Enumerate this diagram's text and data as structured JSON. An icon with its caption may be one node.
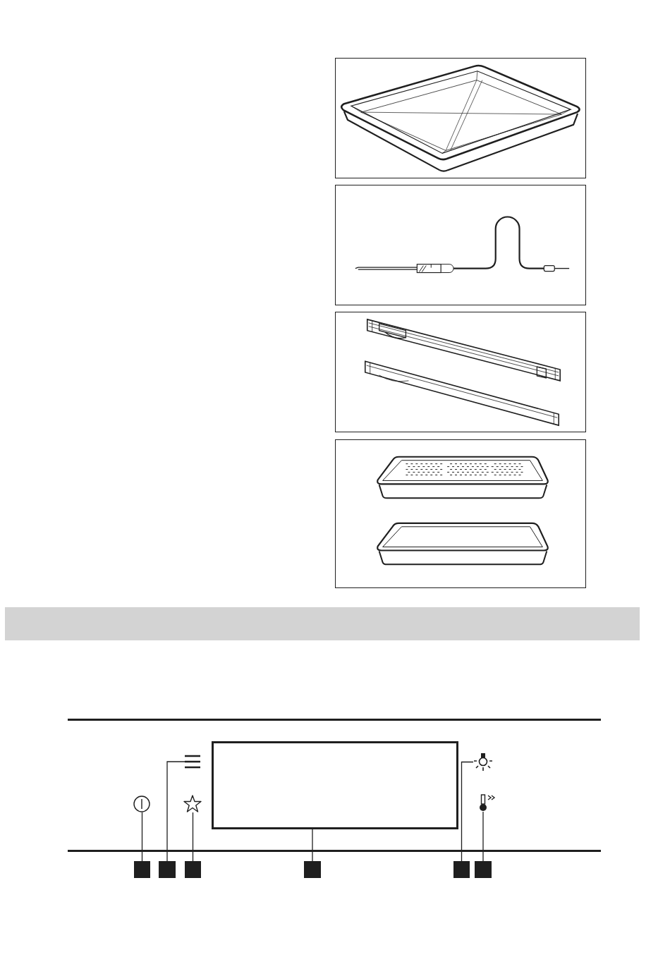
{
  "diagram": {
    "nodes": [
      {
        "text": [],
        "shape": "picture"
      },
      {
        "text": [],
        "shape": "picture"
      },
      {
        "text": [],
        "shape": "picture"
      },
      {
        "text": [],
        "shape": "picture"
      },
      {
        "text": [],
        "shape": "bar"
      },
      {
        "text": [],
        "shape": "picture"
      },
      {
        "text": [],
        "shape": "picture"
      },
      {
        "text": [],
        "shape": "picture"
      },
      {
        "text": [],
        "shape": "box"
      },
      {
        "text": [],
        "shape": "picture"
      },
      {
        "text": [],
        "shape": "picture"
      },
      {
        "text": [],
        "shape": "box"
      },
      {
        "text": [],
        "shape": "box"
      },
      {
        "text": [],
        "shape": "box"
      },
      {
        "text": [],
        "shape": "box"
      },
      {
        "text": [],
        "shape": "box"
      },
      {
        "text": [],
        "shape": "box"
      }
    ],
    "edges": [
      {
        "from": 11,
        "to": 5,
        "arrow": "none"
      },
      {
        "from": 12,
        "to": 6,
        "arrow": "none"
      },
      {
        "from": 13,
        "to": 7,
        "arrow": "none"
      },
      {
        "from": 14,
        "to": 8,
        "arrow": "none"
      },
      {
        "from": 15,
        "to": 9,
        "arrow": "none"
      },
      {
        "from": 16,
        "to": 10,
        "arrow": "none"
      }
    ]
  }
}
